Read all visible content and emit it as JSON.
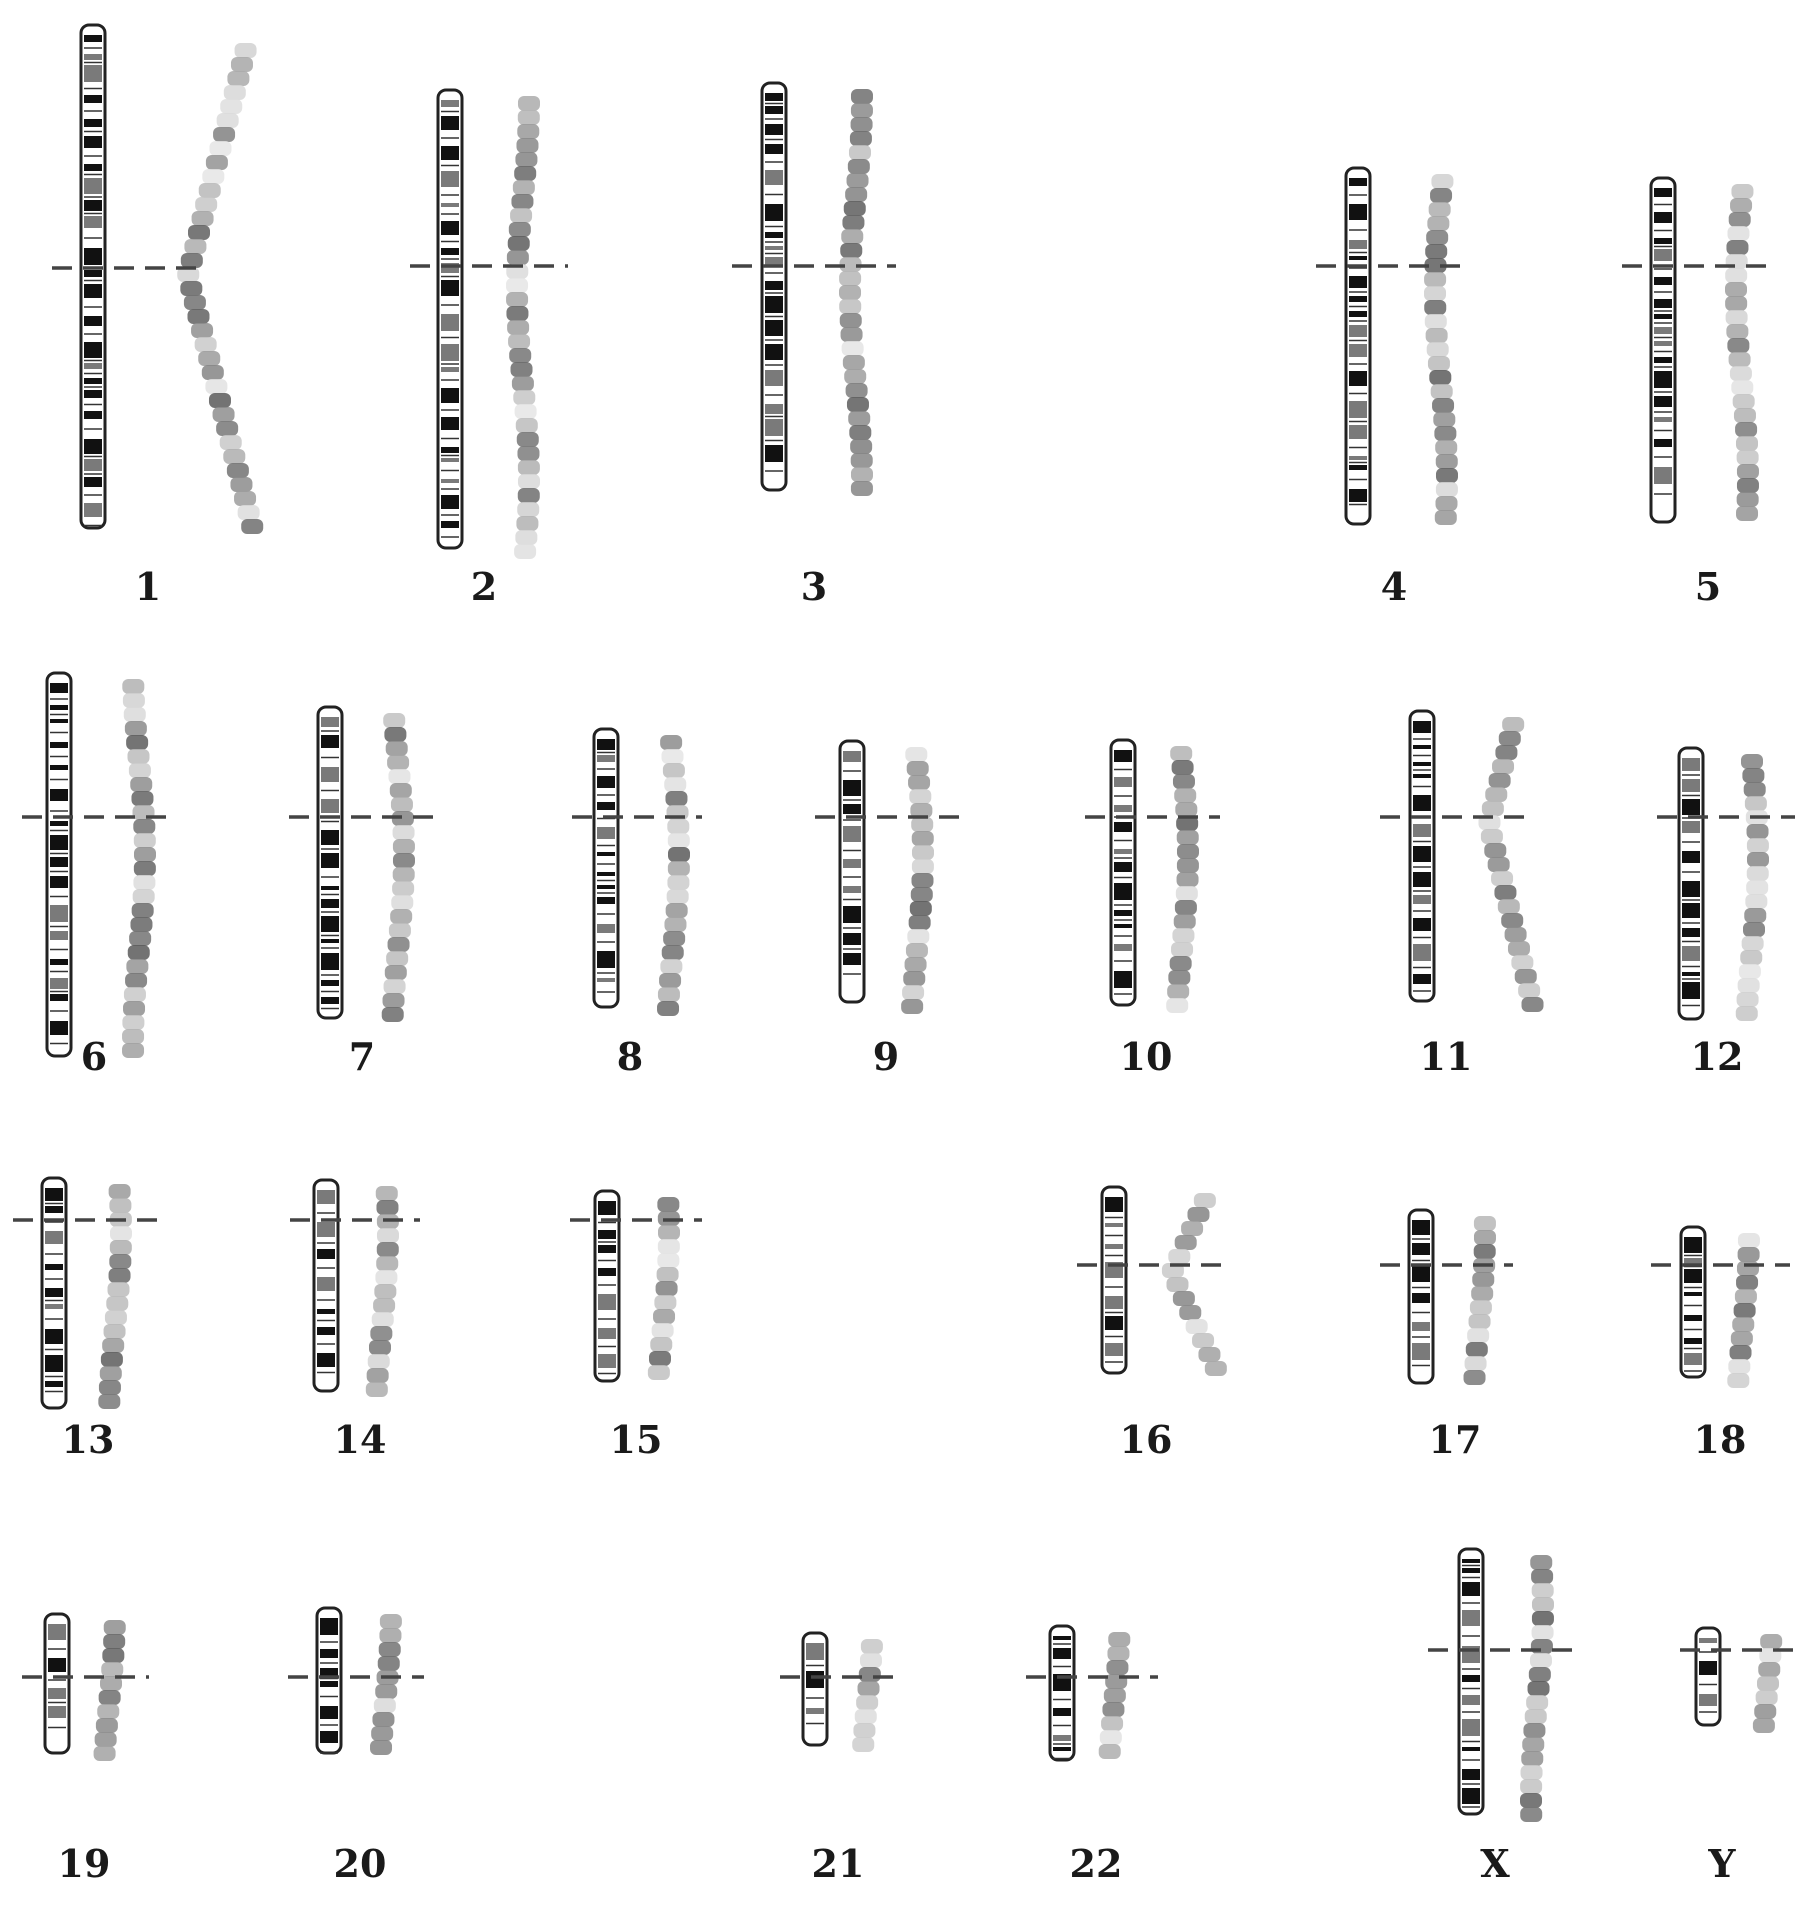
{
  "colors": {
    "background": "#ffffff",
    "band_dark": "#111111",
    "band_mid": "#7a7a7a",
    "outline": "#222222",
    "label": "#1a1a1a"
  },
  "chromosomes": [
    {
      "id": "1",
      "label": "1"
    },
    {
      "id": "2",
      "label": "2"
    },
    {
      "id": "3",
      "label": "3"
    },
    {
      "id": "4",
      "label": "4"
    },
    {
      "id": "5",
      "label": "5"
    },
    {
      "id": "6",
      "label": "6"
    },
    {
      "id": "7",
      "label": "7"
    },
    {
      "id": "8",
      "label": "8"
    },
    {
      "id": "9",
      "label": "9"
    },
    {
      "id": "10",
      "label": "10"
    },
    {
      "id": "11",
      "label": "11"
    },
    {
      "id": "12",
      "label": "12"
    },
    {
      "id": "13",
      "label": "13"
    },
    {
      "id": "14",
      "label": "14"
    },
    {
      "id": "15",
      "label": "15"
    },
    {
      "id": "16",
      "label": "16"
    },
    {
      "id": "17",
      "label": "17"
    },
    {
      "id": "18",
      "label": "18"
    },
    {
      "id": "19",
      "label": "19"
    },
    {
      "id": "20",
      "label": "20"
    },
    {
      "id": "21",
      "label": "21"
    },
    {
      "id": "22",
      "label": "22"
    },
    {
      "id": "X",
      "label": "X"
    },
    {
      "id": "Y",
      "label": "Y"
    }
  ]
}
